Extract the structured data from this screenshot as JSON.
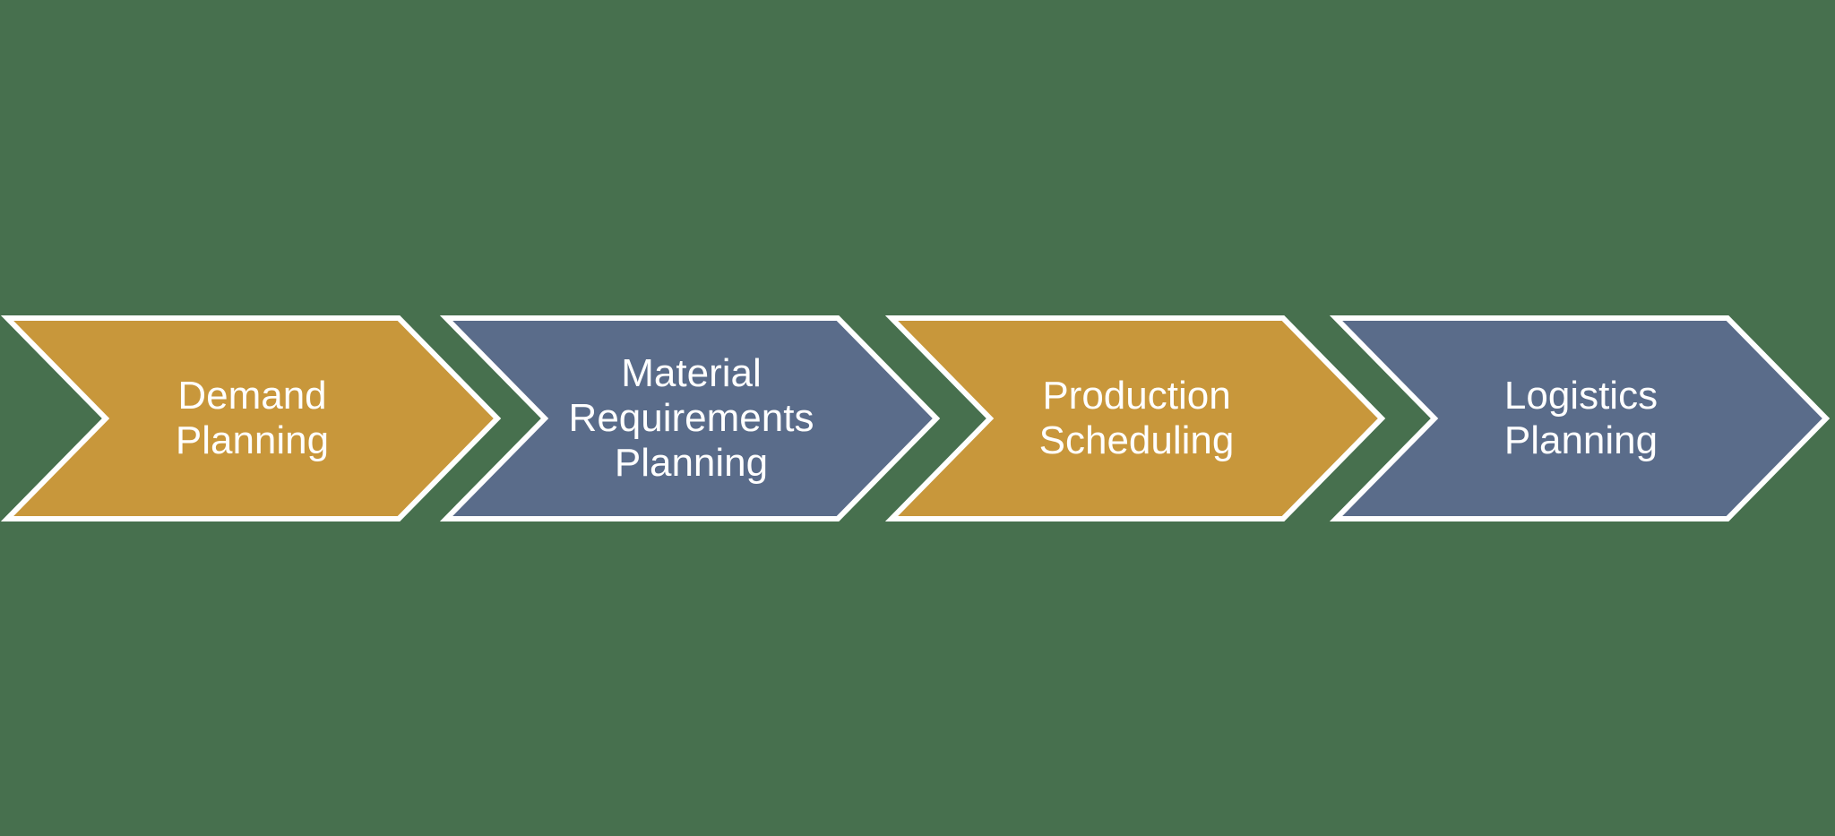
{
  "diagram": {
    "type": "process-flow-chevrons",
    "background_color": "#47704E",
    "outline_color": "#FFFFFF",
    "text_color": "#FFFFFF"
  },
  "colors": {
    "gold": "#C8973B",
    "blue_gray": "#5A6C8A"
  },
  "steps": [
    {
      "label": "Demand\nPlanning",
      "fill": "#C8973B"
    },
    {
      "label": "Material\nRequirements\nPlanning",
      "fill": "#5A6C8A"
    },
    {
      "label": "Production\nScheduling",
      "fill": "#C8973B"
    },
    {
      "label": "Logistics\nPlanning",
      "fill": "#5A6C8A"
    }
  ]
}
